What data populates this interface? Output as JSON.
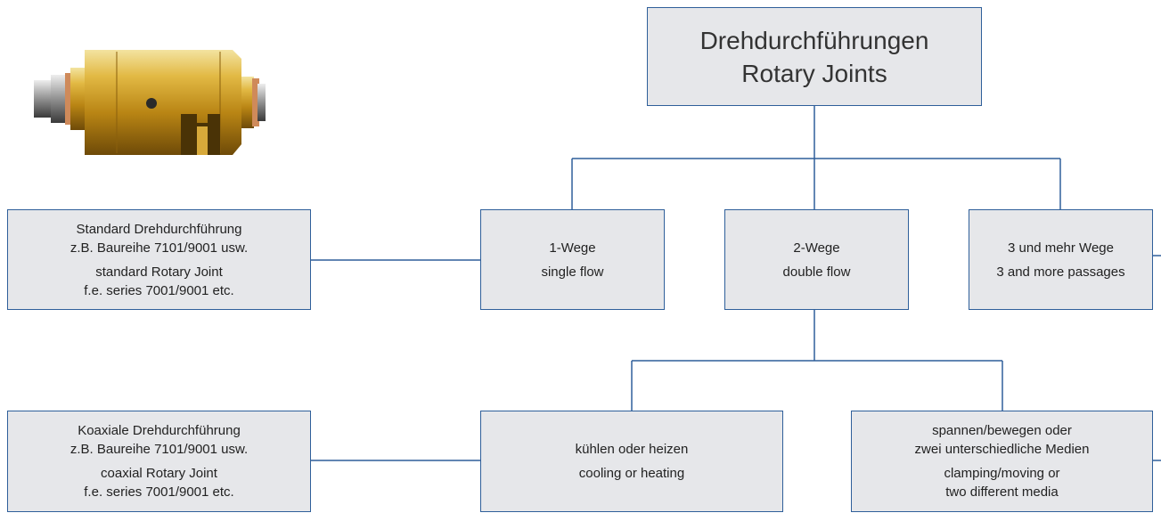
{
  "colors": {
    "line": "#2f5f9a",
    "box_fill": "#e6e7ea",
    "text": "#222222"
  },
  "icons": {
    "product": "rotary-joint-icon"
  },
  "root": {
    "line1": "Drehdurchführungen",
    "line2": "Rotary Joints"
  },
  "flows": [
    {
      "de": "1-Wege",
      "en": "single flow"
    },
    {
      "de": "2-Wege",
      "en": "double flow"
    },
    {
      "de": "3 und mehr Wege",
      "en": "3 and more passages"
    }
  ],
  "double_flow_children": [
    {
      "de": "kühlen oder heizen",
      "en": "cooling or heating"
    },
    {
      "de_lines": [
        "spannen/bewegen oder",
        "zwei unterschiedliche Medien"
      ],
      "en_lines": [
        "clamping/moving or",
        "two different media"
      ]
    }
  ],
  "types": [
    {
      "de_lines": [
        "Standard Drehdurchführung",
        "z.B. Baureihe 7101/9001 usw."
      ],
      "en_lines": [
        "standard Rotary Joint",
        "f.e. series 7001/9001 etc."
      ]
    },
    {
      "de_lines": [
        "Koaxiale Drehdurchführung",
        "z.B. Baureihe 7101/9001 usw."
      ],
      "en_lines": [
        "coaxial Rotary Joint",
        "f.e. series 7001/9001 etc."
      ]
    }
  ]
}
